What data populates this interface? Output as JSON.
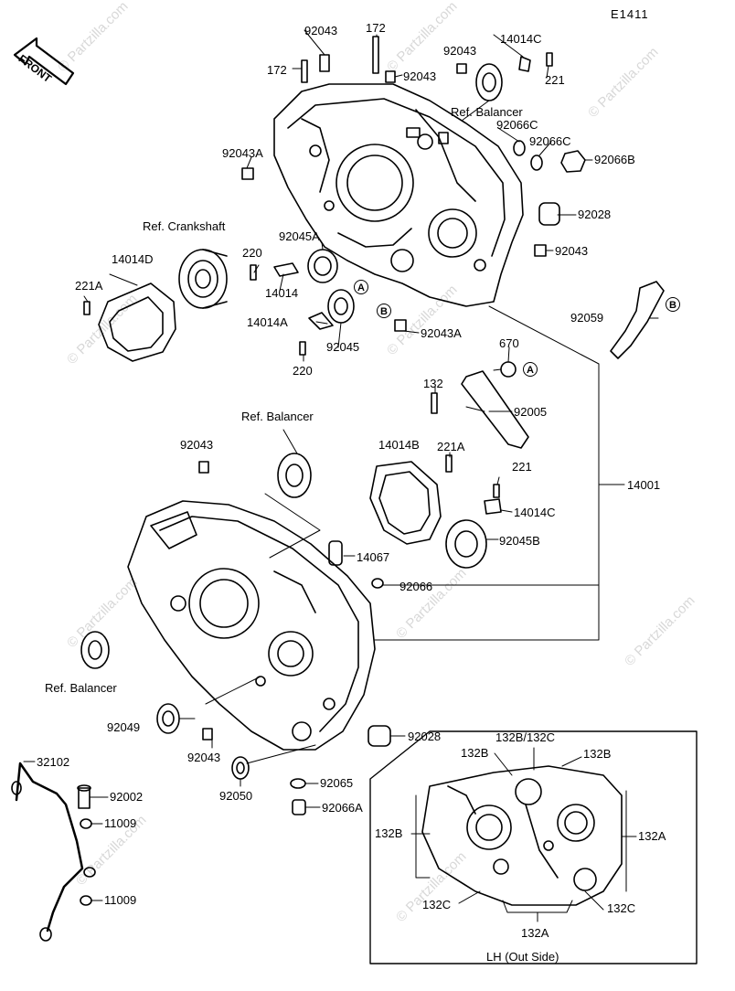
{
  "diagram_id": "E1411",
  "front_label": "FRONT",
  "watermark": "© Partzilla.com",
  "ref": {
    "balancer_top": "Ref. Balancer",
    "crankshaft": "Ref. Crankshaft",
    "balancer_mid": "Ref. Balancer",
    "balancer_left": "Ref. Balancer"
  },
  "markers": {
    "a": "A",
    "b": "B"
  },
  "parts": {
    "p92043_top": "92043",
    "p172_top": "172",
    "p172_left": "172",
    "p92043_r1": "92043",
    "p92043_r2": "92043",
    "p14014C_top": "14014C",
    "p221_top": "221",
    "p92066C_1": "92066C",
    "p92066C_2": "92066C",
    "p92066B": "92066B",
    "p92043A_top": "92043A",
    "p92028_top": "92028",
    "p92043_right": "92043",
    "p14014D": "14014D",
    "p220_top": "220",
    "p92045A": "92045A",
    "p221A_left": "221A",
    "p14014": "14014",
    "p14014A": "14014A",
    "p92045": "92045",
    "p92043A_mid": "92043A",
    "p220_bot": "220",
    "p92059": "92059",
    "p670": "670",
    "p132": "132",
    "p92005": "92005",
    "p92043_mid": "92043",
    "p14014B": "14014B",
    "p221A_mid": "221A",
    "p221_mid": "221",
    "p14001": "14001",
    "p14014C_mid": "14014C",
    "p92045B": "92045B",
    "p14067": "14067",
    "p92066": "92066",
    "p92049": "92049",
    "p92043_low": "92043",
    "p92028_low": "92028",
    "p32102": "32102",
    "p92002": "92002",
    "p11009_1": "11009",
    "p92050": "92050",
    "p92065": "92065",
    "p92066A": "92066A",
    "p11009_2": "11009"
  },
  "lh_box": {
    "title": "LH (Out Side)",
    "b132B_1": "132B",
    "b132B_132C": "132B/132C",
    "b132B_2": "132B",
    "b132B_3": "132B",
    "b132A_1": "132A",
    "b132C_1": "132C",
    "b132C_2": "132C",
    "b132A_2": "132A"
  }
}
